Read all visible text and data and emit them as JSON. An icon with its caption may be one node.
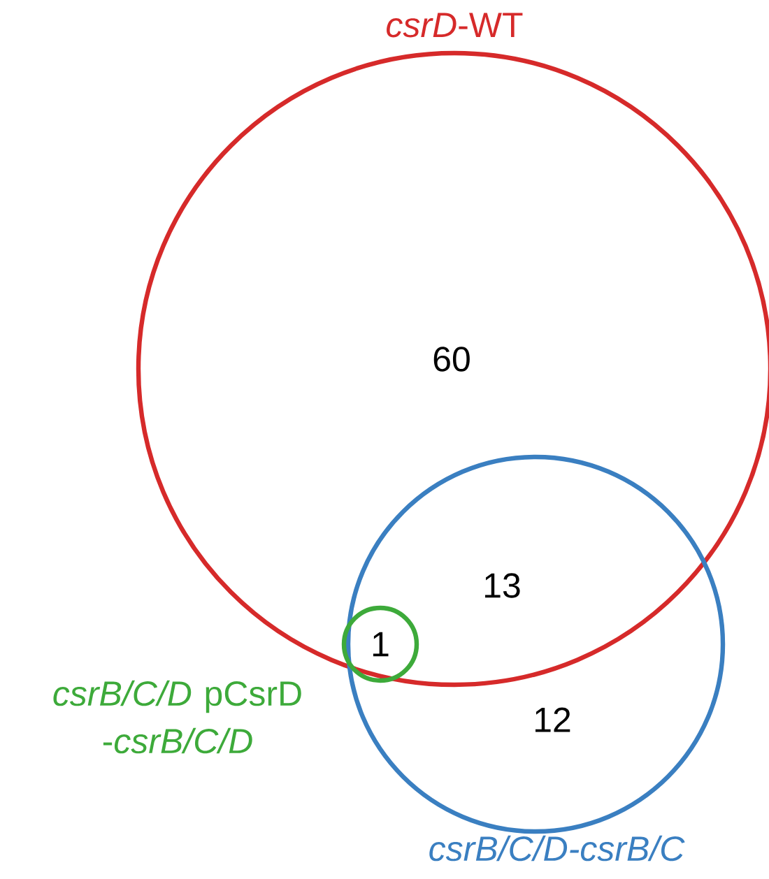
{
  "diagram": {
    "nodes": [
      {
        "text": [],
        "shape": "circle",
        "beside": [
          "*csrD*-WT"
        ]
      },
      {
        "text": [],
        "shape": "circle",
        "beside": [
          "csrB/C/D-csrB/C"
        ]
      },
      {
        "text": [],
        "shape": "circle"
      }
    ],
    "labels": [
      "60",
      "13",
      "1",
      "*csrB/C/D* pCsrD -*csrB/C/D*",
      "12"
    ]
  }
}
